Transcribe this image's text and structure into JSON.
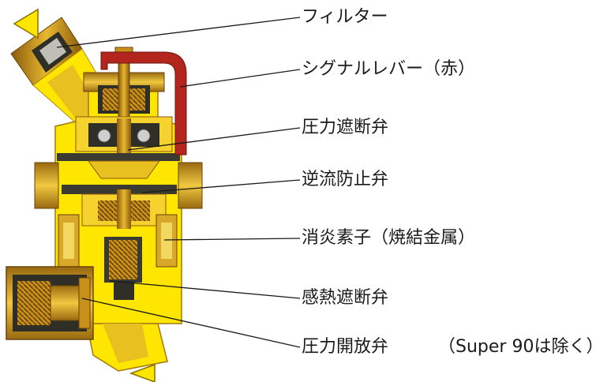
{
  "labels": [
    "フィルター",
    "シグナルレバー（赤）",
    "圧力遮断弁",
    "逆流防止弁",
    "消炎素子（焼結金属）",
    "感熱遮断弁",
    "圧力開放弁"
  ],
  "note": "（Super 90は除く）",
  "colors": {
    "brass": "#D9A41E",
    "brass_light": "#F2D04A",
    "brass_dark": "#8A5A0C",
    "yellow_section": "#FFE600",
    "dark_internal": "#3A3A32",
    "lever_red": "#B3261E",
    "arrow_yellow": "#FFE600"
  }
}
